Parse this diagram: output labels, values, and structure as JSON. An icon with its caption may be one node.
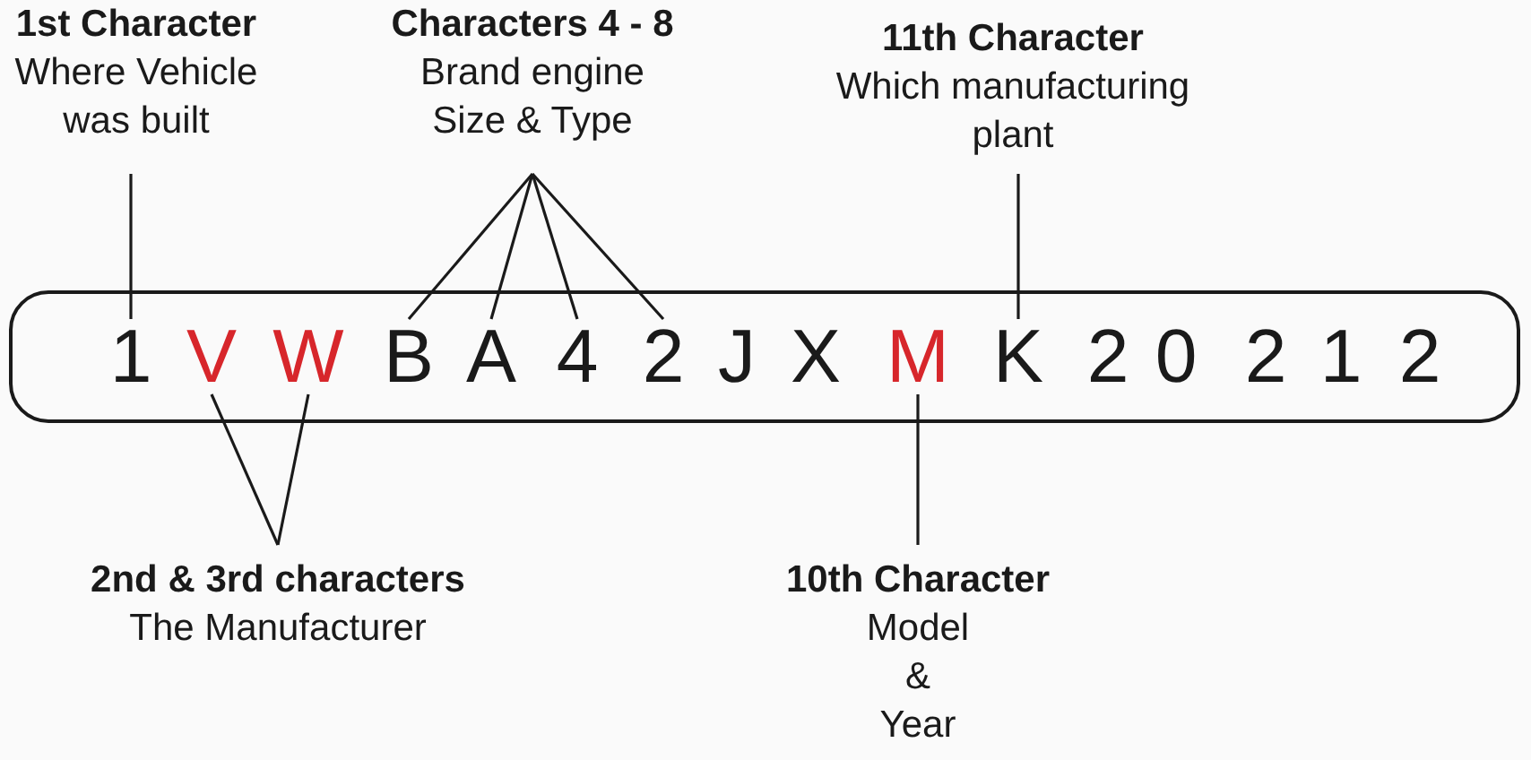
{
  "diagram": {
    "nodes": [
      {
        "text": [
          "1st Character",
          "Where Vehicle was built"
        ]
      },
      {
        "text": [
          "Characters 4 - 8",
          "Brand engine Size & Type"
        ]
      },
      {
        "text": [
          "11th Character",
          "Which manufacturing plant"
        ]
      },
      {
        "text": [],
        "shape": "box"
      },
      {
        "text": [
          "1"
        ],
        "in": 3
      },
      {
        "text": [
          "V"
        ],
        "in": 3
      },
      {
        "text": [
          "W"
        ],
        "in": 3
      },
      {
        "text": [
          "B"
        ],
        "in": 3
      },
      {
        "text": [
          "A"
        ],
        "in": 3
      },
      {
        "text": [
          "4"
        ],
        "in": 3
      },
      {
        "text": [
          "2"
        ],
        "in": 3
      },
      {
        "text": [
          "J"
        ],
        "in": 3
      },
      {
        "text": [
          "X"
        ],
        "in": 3
      },
      {
        "text": [
          "M"
        ],
        "in": 3
      },
      {
        "text": [
          "K"
        ],
        "in": 3
      },
      {
        "text": [
          "2"
        ],
        "in": 3
      },
      {
        "text": [
          "0"
        ],
        "in": 3
      },
      {
        "text": [
          "2"
        ],
        "in": 3
      },
      {
        "text": [
          "1"
        ],
        "in": 3
      },
      {
        "text": [
          "2"
        ],
        "in": 3
      },
      {
        "text": [
          "2nd & 3rd characters",
          "The Manufacturer"
        ]
      },
      {
        "text": [
          "10th Character",
          "Model & Year"
        ]
      }
    ],
    "edges": [
      {
        "from": 0,
        "to": 4,
        "arrow": "none"
      },
      {
        "from": 1,
        "to": 7,
        "arrow": "none"
      },
      {
        "from": 1,
        "to": 8,
        "arrow": "none"
      },
      {
        "from": 1,
        "to": 9,
        "arrow": "none"
      },
      {
        "from": 1,
        "to": 10,
        "arrow": "none"
      },
      {
        "from": 2,
        "to": 14,
        "arrow": "none"
      },
      {
        "from": 20,
        "to": 5,
        "arrow": "none"
      },
      {
        "from": 20,
        "to": 6,
        "arrow": "none"
      },
      {
        "from": 21,
        "to": 13,
        "arrow": "none"
      }
    ]
  }
}
